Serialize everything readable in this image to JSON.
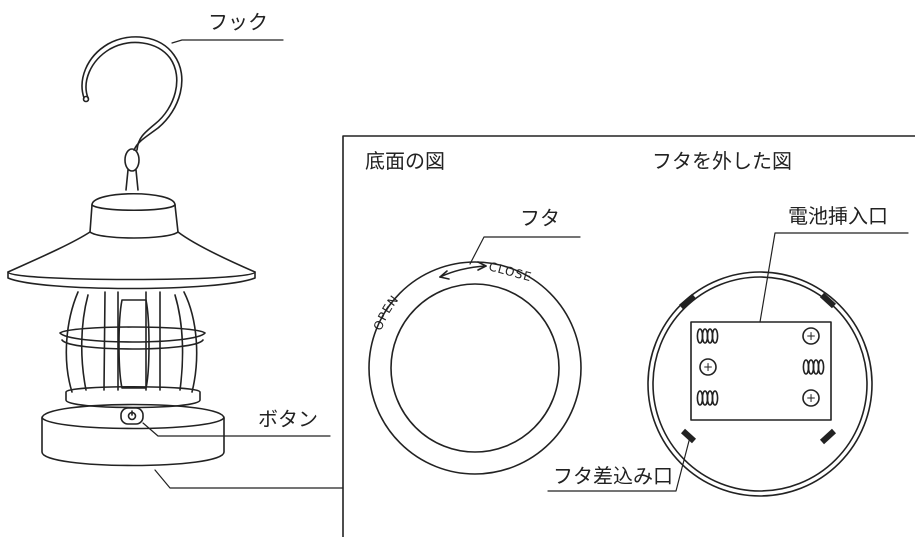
{
  "labels": {
    "hook": "フック",
    "button": "ボタン",
    "bottom_view_title": "底面の図",
    "cover_removed_title": "フタを外した図",
    "cover": "フタ",
    "battery_slot": "電池挿入口",
    "cover_slot": "フタ差込み口"
  },
  "ring_text": {
    "open": "OPEN",
    "close": "CLOSE"
  },
  "battery_symbols": {
    "plus": "+"
  }
}
